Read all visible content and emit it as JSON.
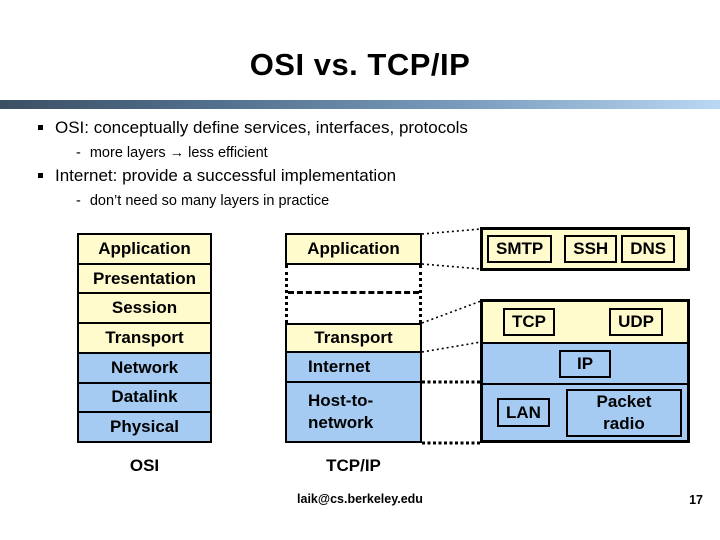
{
  "slide": {
    "title": "OSI vs. TCP/IP",
    "bullets": [
      {
        "text": "OSI: conceptually define services, interfaces, protocols",
        "sub": {
          "dash": "-",
          "text": "more layers → less efficient"
        }
      },
      {
        "text": "Internet: provide a successful implementation",
        "sub": {
          "dash": "-",
          "text": "don’t need so many layers in practice"
        }
      }
    ]
  },
  "diagram": {
    "osi": {
      "label": "OSI",
      "layers": [
        "Application",
        "Presentation",
        "Session",
        "Transport",
        "Network",
        "Datalink",
        "Physical"
      ]
    },
    "tcpip": {
      "label": "TCP/IP",
      "layers": {
        "application": "Application",
        "transport": "Transport",
        "internet": "Internet",
        "host": "Host-to-network"
      }
    },
    "protocols": {
      "application_row": [
        "SMTP",
        "SSH",
        "DNS"
      ],
      "transport_row": [
        "TCP",
        "UDP"
      ],
      "internet_row": [
        "IP"
      ],
      "host_row": [
        "LAN",
        "Packet radio"
      ]
    }
  },
  "footer": {
    "email": "laik@cs.berkeley.edu",
    "page": "17"
  },
  "colors": {
    "upper_layer": "#fffbcd",
    "lower_layer": "#a5cbf3",
    "bar_gradient_left": "#3c4f63",
    "bar_gradient_right": "#b9d8f4",
    "border": "#000000"
  }
}
